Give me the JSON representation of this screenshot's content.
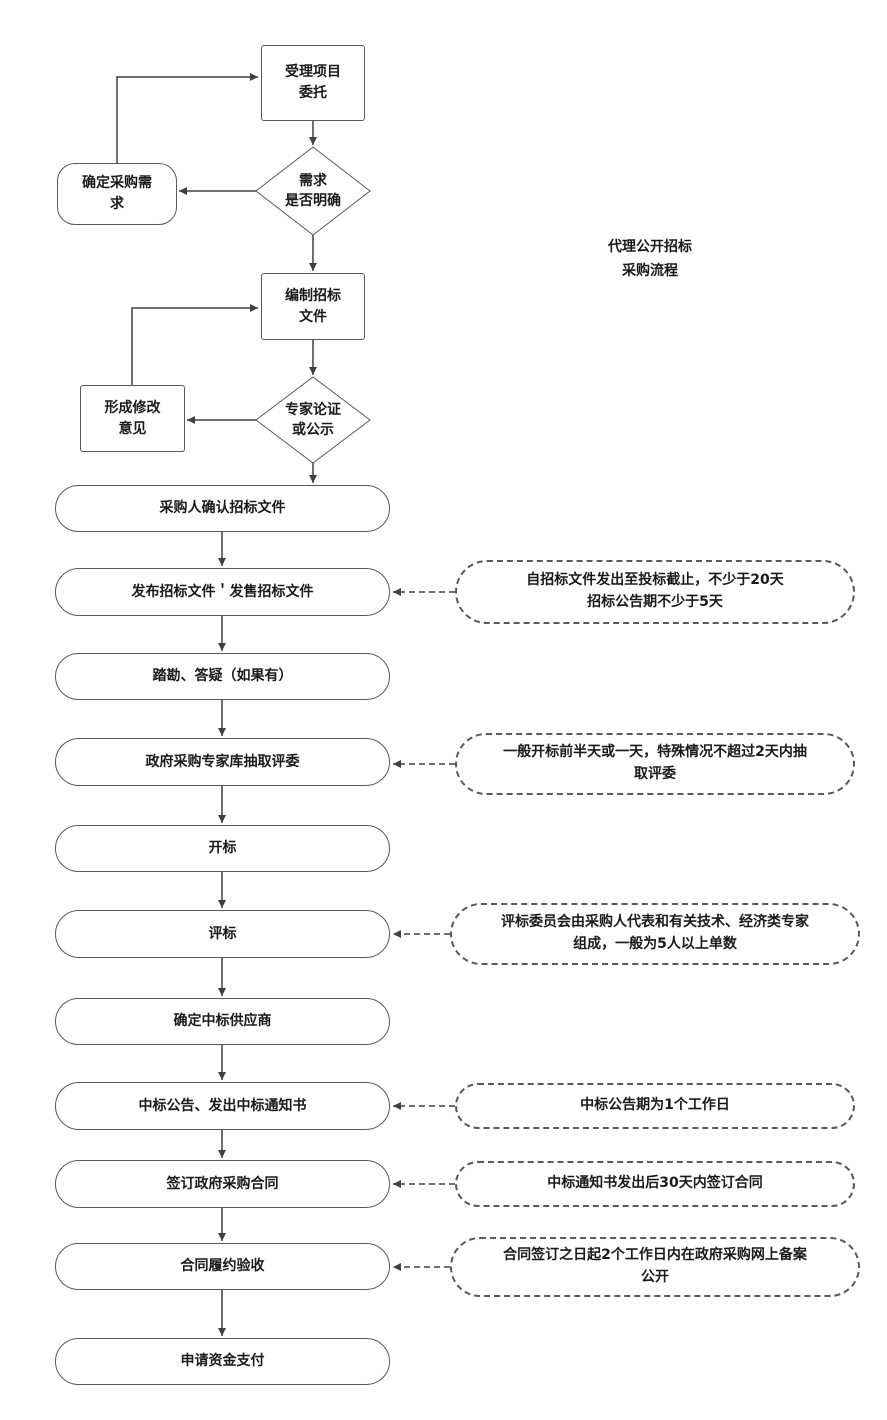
{
  "title": "代理公开招标\n采购流程",
  "nodes": {
    "accept": "受理项目\n委托",
    "demand_diamond": "需求\n是否明确",
    "determine_demand": "确定采购需\n求",
    "prepare_docs": "编制招标\n文件",
    "expert_diamond": "专家论证\n或公示",
    "revision": "形成修改\n意见",
    "confirm_docs": "采购人确认招标文件",
    "publish_docs": "发布招标文件＇发售招标文件",
    "survey": "踏勘、答疑（如果有）",
    "draw_judges": "政府采购专家库抽取评委",
    "bid_opening": "开标",
    "bid_evaluation": "评标",
    "determine_winner": "确定中标供应商",
    "announce": "中标公告、发出中标通知书",
    "sign_contract": "签订政府采购合同",
    "acceptance": "合同履约验收",
    "payment": "申请资金支付"
  },
  "annotations": {
    "publish_note": "自招标文件发出至投标截止，不少于20天\n招标公告期不少于5天",
    "judges_note": "一般开标前半天或一天，特殊情况不超过2天内抽\n取评委",
    "evaluation_note": "评标委员会由采购人代表和有关技术、经济类专家\n组成，一般为5人以上单数",
    "announce_note": "中标公告期为1个工作日",
    "sign_note": "中标通知书发出后30天内签订合同",
    "acceptance_note": "合同签订之日起2个工作日内在政府采购网上备案\n公开"
  },
  "colors": {
    "line": "#404040",
    "border": "#595959"
  }
}
